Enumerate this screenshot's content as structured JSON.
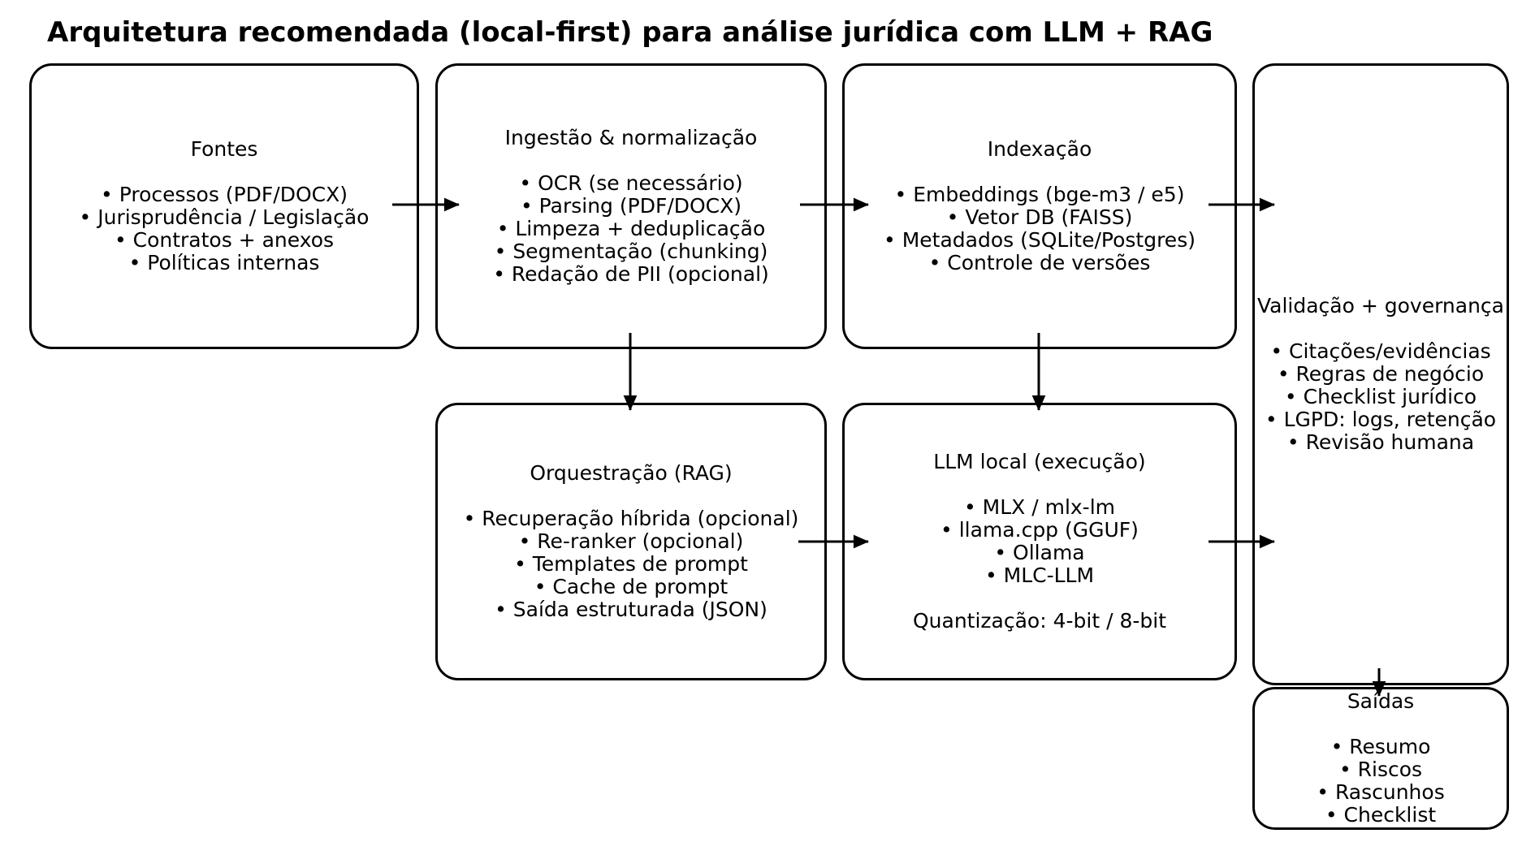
{
  "title": "Arquitetura recomendada (local-first) para análise jurídica com LLM + RAG",
  "bullet": "•",
  "colors": {
    "ink": "#000000",
    "background": "#ffffff"
  },
  "boxes": {
    "fontes": {
      "title": "Fontes",
      "items": [
        "Processos (PDF/DOCX)",
        "Jurisprudência / Legislação",
        "Contratos + anexos",
        "Políticas internas"
      ]
    },
    "ingestao": {
      "title": "Ingestão & normalização",
      "items": [
        "OCR (se necessário)",
        "Parsing (PDF/DOCX)",
        "Limpeza + deduplicação",
        "Segmentação (chunking)",
        "Redação de PII (opcional)"
      ]
    },
    "indexacao": {
      "title": "Indexação",
      "items": [
        "Embeddings (bge-m3 / e5)",
        "Vetor DB (FAISS)",
        "Metadados (SQLite/Postgres)",
        "Controle de versões"
      ]
    },
    "validacao": {
      "title": "Validação + governança",
      "items": [
        "Citações/evidências",
        "Regras de negócio",
        "Checklist jurídico",
        "LGPD: logs, retenção",
        "Revisão humana"
      ]
    },
    "orquestracao": {
      "title": "Orquestração (RAG)",
      "items": [
        "Recuperação híbrida (opcional)",
        "Re-ranker (opcional)",
        "Templates de prompt",
        "Cache de prompt",
        "Saída estruturada (JSON)"
      ]
    },
    "llm": {
      "title": "LLM local (execução)",
      "items": [
        "MLX / mlx-lm",
        "llama.cpp (GGUF)",
        "Ollama",
        "MLC-LLM"
      ],
      "footer": "Quantização: 4-bit / 8-bit"
    },
    "saidas": {
      "title": "Saídas",
      "items": [
        "Resumo",
        "Riscos",
        "Rascunhos",
        "Checklist"
      ]
    }
  },
  "edges": [
    {
      "from": "fontes",
      "to": "ingestao"
    },
    {
      "from": "ingestao",
      "to": "indexacao"
    },
    {
      "from": "indexacao",
      "to": "validacao"
    },
    {
      "from": "ingestao",
      "to": "orquestracao"
    },
    {
      "from": "indexacao",
      "to": "llm"
    },
    {
      "from": "orquestracao",
      "to": "llm"
    },
    {
      "from": "llm",
      "to": "validacao"
    },
    {
      "from": "validacao",
      "to": "saidas"
    }
  ]
}
